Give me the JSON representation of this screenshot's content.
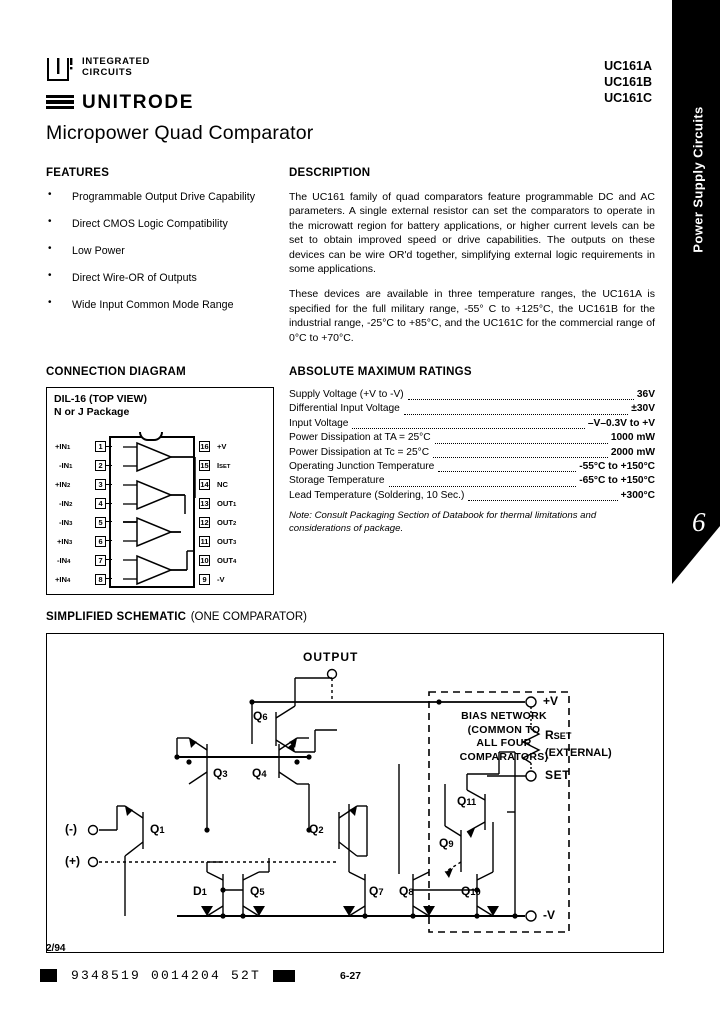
{
  "brand": {
    "logo_line1": "INTEGRATED",
    "logo_line2": "CIRCUITS",
    "name": "UNITRODE"
  },
  "part_numbers": [
    "UC161A",
    "UC161B",
    "UC161C"
  ],
  "doc_title": "Micropower Quad Comparator",
  "side_tab": {
    "label": "Power Supply Circuits",
    "chapter": "6"
  },
  "features": {
    "heading": "FEATURES",
    "items": [
      "Programmable Output Drive Capability",
      "Direct CMOS Logic Compatibility",
      "Low Power",
      "Direct Wire-OR of Outputs",
      "Wide Input Common Mode Range"
    ]
  },
  "description": {
    "heading": "DESCRIPTION",
    "paragraphs": [
      "The UC161 family of quad comparators feature programmable DC and AC parameters.  A single external resistor can set the comparators to operate in the microwatt region for battery applications, or higher current levels can be set to obtain improved speed or drive capabilities. The outputs on these devices can be wire OR'd together, simplifying external logic requirements in some applications.",
      "These devices are available in three temperature ranges, the UC161A is specified for the full military range, -55° C to +125°C, the UC161B for the industrial range, -25°C to +85°C, and the UC161C for the commercial range of 0°C to +70°C."
    ]
  },
  "connection_diagram": {
    "heading": "CONNECTION DIAGRAM",
    "package_line1": "DIL-16 (TOP VIEW)",
    "package_line2": "N or J Package",
    "left_pins": [
      {
        "num": "1",
        "label": "+IN1"
      },
      {
        "num": "2",
        "label": "-IN1"
      },
      {
        "num": "3",
        "label": "+IN2"
      },
      {
        "num": "4",
        "label": "-IN2"
      },
      {
        "num": "5",
        "label": "-IN3"
      },
      {
        "num": "6",
        "label": "+IN3"
      },
      {
        "num": "7",
        "label": "-IN4"
      },
      {
        "num": "8",
        "label": "+IN4"
      }
    ],
    "right_pins": [
      {
        "num": "16",
        "label": "+V"
      },
      {
        "num": "15",
        "label": "ISET"
      },
      {
        "num": "14",
        "label": "NC"
      },
      {
        "num": "13",
        "label": "OUT1"
      },
      {
        "num": "12",
        "label": "OUT2"
      },
      {
        "num": "11",
        "label": "OUT3"
      },
      {
        "num": "10",
        "label": "OUT4"
      },
      {
        "num": "9",
        "label": "-V"
      }
    ]
  },
  "abs_max_ratings": {
    "heading": "ABSOLUTE MAXIMUM RATINGS",
    "rows": [
      {
        "label": "Supply Voltage (+V to -V)",
        "value": "36V"
      },
      {
        "label": "Differential Input Voltage",
        "value": "±30V"
      },
      {
        "label": "Input Voltage",
        "value": "–V–0.3V to +V"
      },
      {
        "label": "Power Dissipation at TA = 25°C",
        "value": "1000 mW"
      },
      {
        "label": "Power Dissipation at Tc = 25°C",
        "value": "2000 mW"
      },
      {
        "label": "Operating Junction Temperature",
        "value": "-55°C to +150°C"
      },
      {
        "label": "Storage Temperature",
        "value": "-65°C to +150°C"
      },
      {
        "label": "Lead Temperature (Soldering, 10 Sec.)",
        "value": "+300°C"
      }
    ],
    "note": "Note: Consult Packaging Section of Databook for thermal limitations and considerations of package."
  },
  "schematic": {
    "heading_bold": "SIMPLIFIED SCHEMATIC",
    "heading_rest": "(ONE COMPARATOR)",
    "labels": {
      "output": "OUTPUT",
      "vplus": "+V",
      "vminus": "-V",
      "set": "SET",
      "rset": "RSET",
      "rset_note": "(EXTERNAL)",
      "bias_l1": "BIAS NETWORK",
      "bias_l2": "(COMMON TO",
      "bias_l3": "ALL FOUR",
      "bias_l4": "COMPARATORS)",
      "in_minus": "(-)",
      "in_plus": "(+)"
    },
    "devices": [
      "Q1",
      "Q2",
      "Q3",
      "Q4",
      "Q5",
      "Q6",
      "Q7",
      "Q8",
      "Q9",
      "Q10",
      "Q11",
      "D1"
    ]
  },
  "footer": {
    "revision": "2/94",
    "barcode_digits": "9348519 0014204 52T",
    "page_number": "6-27"
  }
}
